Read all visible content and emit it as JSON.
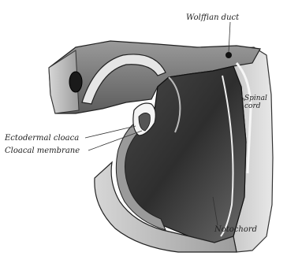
{
  "labels": {
    "wolffian_duct": "Wolffian duct",
    "spinal_cord": "Spinal cord",
    "ectodermal_cloaca": "Ectodermal cloaca",
    "cloacal_membrane": "Cloacal membrane",
    "notochord": "Notochord"
  },
  "colors": {
    "tissue_dark": "#3a3a3a",
    "tissue_mid": "#7a7a7a",
    "tissue_light": "#c9c9c9",
    "background": "#ffffff"
  }
}
